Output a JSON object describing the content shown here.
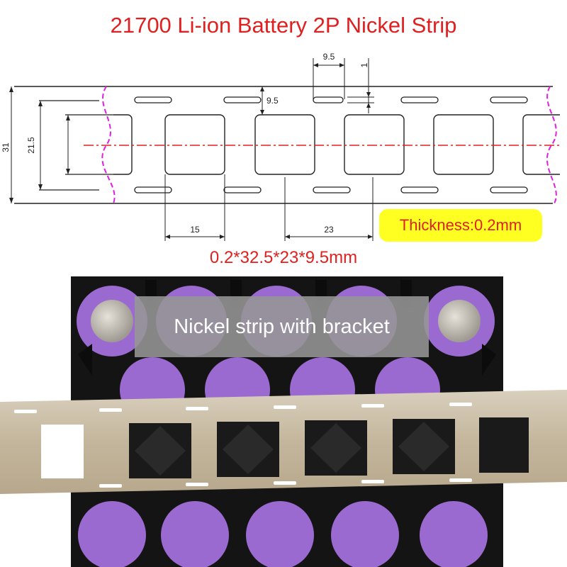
{
  "title": "21700 Li-ion Battery 2P Nickel Strip",
  "dimensions": {
    "slot_length": "9.5",
    "slot_width": "1",
    "slot_offset": "9.5",
    "total_width": "31",
    "inner_width": "21.5",
    "hole_width": "15",
    "pitch": "23"
  },
  "thickness_label": "Thickness:0.2mm",
  "spec_label": "0.2*32.5*23*9.5mm",
  "photo_caption": "Nickel strip with bracket",
  "colors": {
    "accent_red": "#e02020",
    "badge_yellow": "#ffff22",
    "cutline_magenta": "#e020e0",
    "cell_purple": "#9b6ad0",
    "nickel": "#c9bba2"
  }
}
